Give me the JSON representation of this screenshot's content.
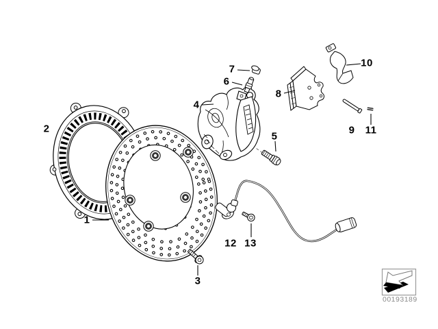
{
  "diagram": {
    "callouts": [
      {
        "label": "1"
      },
      {
        "label": "2"
      },
      {
        "label": "3"
      },
      {
        "label": "4"
      },
      {
        "label": "5"
      },
      {
        "label": "6"
      },
      {
        "label": "7"
      },
      {
        "label": "8"
      },
      {
        "label": "9"
      },
      {
        "label": "10"
      },
      {
        "label": "11"
      },
      {
        "label": "12"
      },
      {
        "label": "13"
      }
    ],
    "stamp": {
      "image_id": "00193189",
      "arrow_icon": "direction-arrow"
    },
    "colors": {
      "line": "#000000",
      "dashed_line": "#555555",
      "stamp_border": "#9a9a9a",
      "id_text": "#8a8a8a",
      "background": "#ffffff"
    }
  }
}
